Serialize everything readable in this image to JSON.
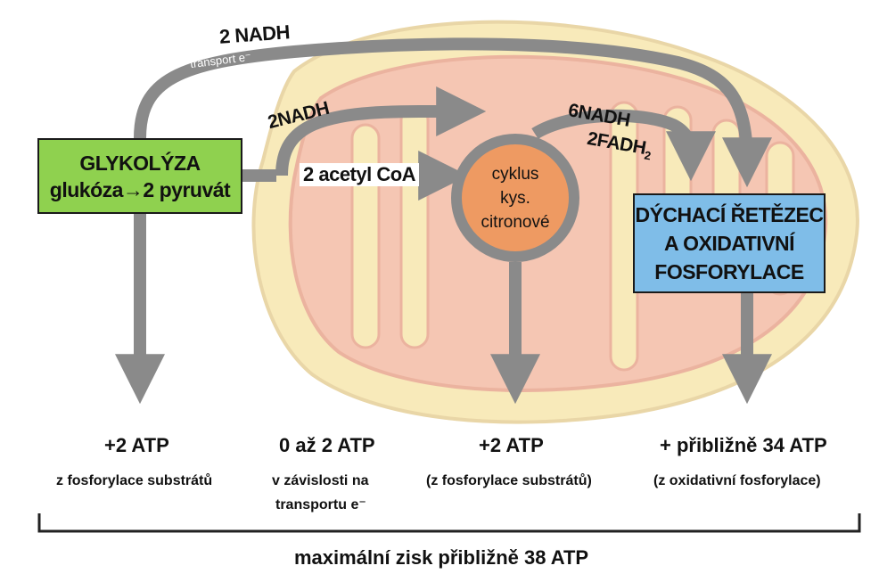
{
  "colors": {
    "arrow": "#8a8a8a",
    "glycolysis_box": "#8fd14f",
    "respiratory_box": "#7fbde8",
    "krebs_circle": "#ee9a62",
    "mitochondrion_outer": "#f6e3a3",
    "mitochondrion_inner": "#f2b39a"
  },
  "glycolysis": {
    "title": "GLYKOLÝZA",
    "line2": "glukóza→2 pyruvát"
  },
  "krebs": {
    "line1": "cyklus",
    "line2": "kys.",
    "line3": "citronové"
  },
  "respiratory": {
    "line1": "DÝCHACÍ ŘETĚZEC",
    "line2": "A OXIDATIVNÍ",
    "line3": "FOSFORYLACE"
  },
  "labels": {
    "nadh_top": "2 NADH",
    "transport": "transport e⁻",
    "nadh_inner": "2NADH",
    "acetyl": "2 acetyl CoA",
    "nadh6": "6NADH",
    "fadh_base": "2FADH",
    "fadh_sub": "2"
  },
  "yields": [
    {
      "value": "+2 ATP",
      "note1": "z fosforylace substrátů",
      "note2": ""
    },
    {
      "value": "0 až 2 ATP",
      "note1": "v závislosti na",
      "note2": "transportu e⁻"
    },
    {
      "value": "+2 ATP",
      "note1": "(z fosforylace substrátů)",
      "note2": ""
    },
    {
      "value": "+ přibližně 34 ATP",
      "note1": "(z oxidativní fosforylace)",
      "note2": ""
    }
  ],
  "total": "maximální zisk přibližně 38 ATP"
}
